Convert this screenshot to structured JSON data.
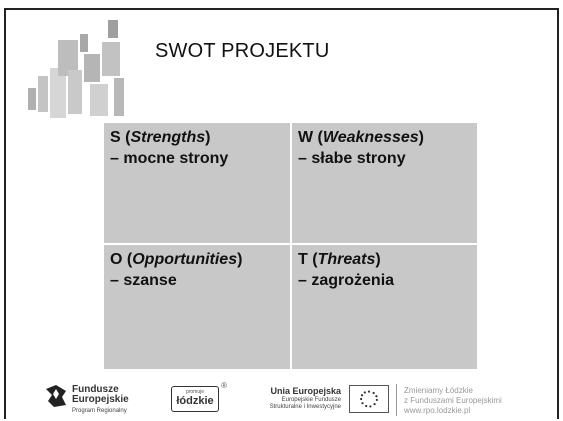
{
  "title": "SWOT PROJEKTU",
  "swot": {
    "s": {
      "letter": "S (",
      "term": "Strengths",
      "close": ")",
      "desc": "– mocne strony"
    },
    "w": {
      "letter": "W (",
      "term": "Weaknesses",
      "close": ")",
      "desc": "– słabe strony"
    },
    "o": {
      "letter": "O (",
      "term": "Opportunities",
      "close": ")",
      "desc": "– szanse"
    },
    "t": {
      "letter": "T (",
      "term": "Threats",
      "close": ")",
      "desc": "– zagrożenia"
    }
  },
  "footer": {
    "fe_line1": "Fundusze",
    "fe_line2": "Europejskie",
    "fe_line3": "Program Regionalny",
    "lodz_small": "promuje",
    "lodz_main": "łódzkie",
    "lodz_mark": "®",
    "ue_line1": "Unia Europejska",
    "ue_line2": "Europejskie Fundusze",
    "ue_line3": "Strukturalne i Inwestycyjne",
    "right_line1": "Zmieniamy Łódzkie",
    "right_line2": "z Funduszami Europejskimi",
    "right_line3": "www.rpo.lodzkie.pl"
  }
}
